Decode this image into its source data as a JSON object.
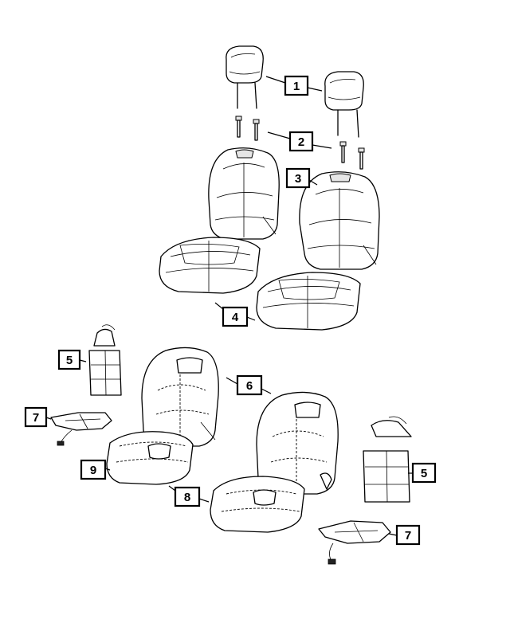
{
  "callouts": [
    {
      "id": "1",
      "label": "1"
    },
    {
      "id": "2",
      "label": "2"
    },
    {
      "id": "3",
      "label": "3"
    },
    {
      "id": "4",
      "label": "4"
    },
    {
      "id": "5a",
      "label": "5"
    },
    {
      "id": "5b",
      "label": "5"
    },
    {
      "id": "6",
      "label": "6"
    },
    {
      "id": "7a",
      "label": "7"
    },
    {
      "id": "7b",
      "label": "7"
    },
    {
      "id": "8",
      "label": "8"
    },
    {
      "id": "9",
      "label": "9"
    }
  ],
  "parts": {
    "headrest": "headrest",
    "guide_sleeve": "headrest guide sleeve",
    "seat_back_cover": "seat back cover",
    "seat_cushion_cover": "seat cushion cover",
    "seat_heater_back": "seat back heater element",
    "seat_back_foam": "seat back foam",
    "wire_harness": "seat wiring harness",
    "seat_cushion_foam": "seat cushion foam",
    "cushion_heater": "seat cushion heater"
  },
  "colors": {
    "line": "#000000",
    "background": "#ffffff"
  }
}
